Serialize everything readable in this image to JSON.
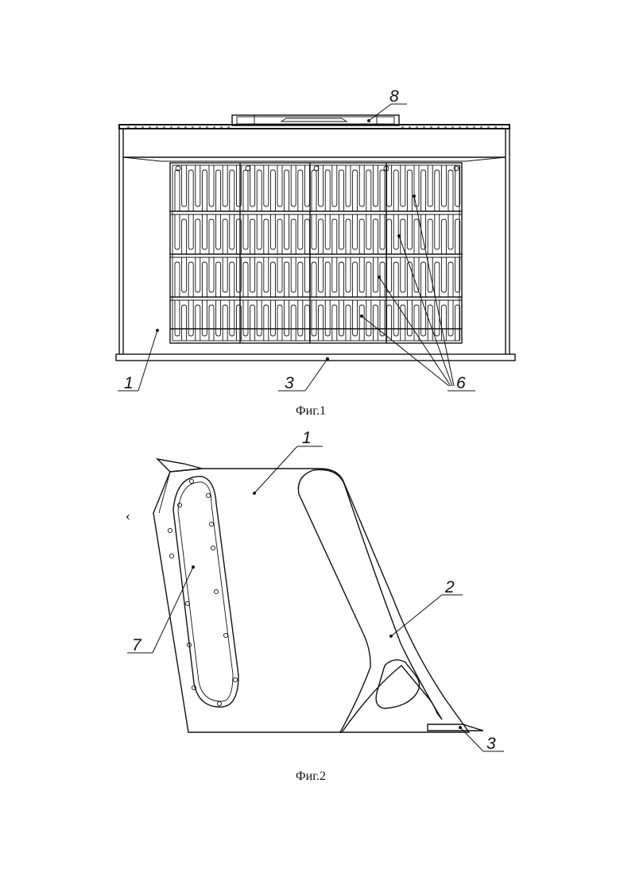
{
  "figure1": {
    "caption": "Фиг.1",
    "callouts": {
      "c1": "1",
      "c3": "3",
      "c6": "6",
      "c8": "8"
    }
  },
  "figure2": {
    "caption": "Фиг.2",
    "callouts": {
      "c1": "1",
      "c2": "2",
      "c3": "3",
      "c7": "7"
    },
    "margin_mark": "‹"
  }
}
